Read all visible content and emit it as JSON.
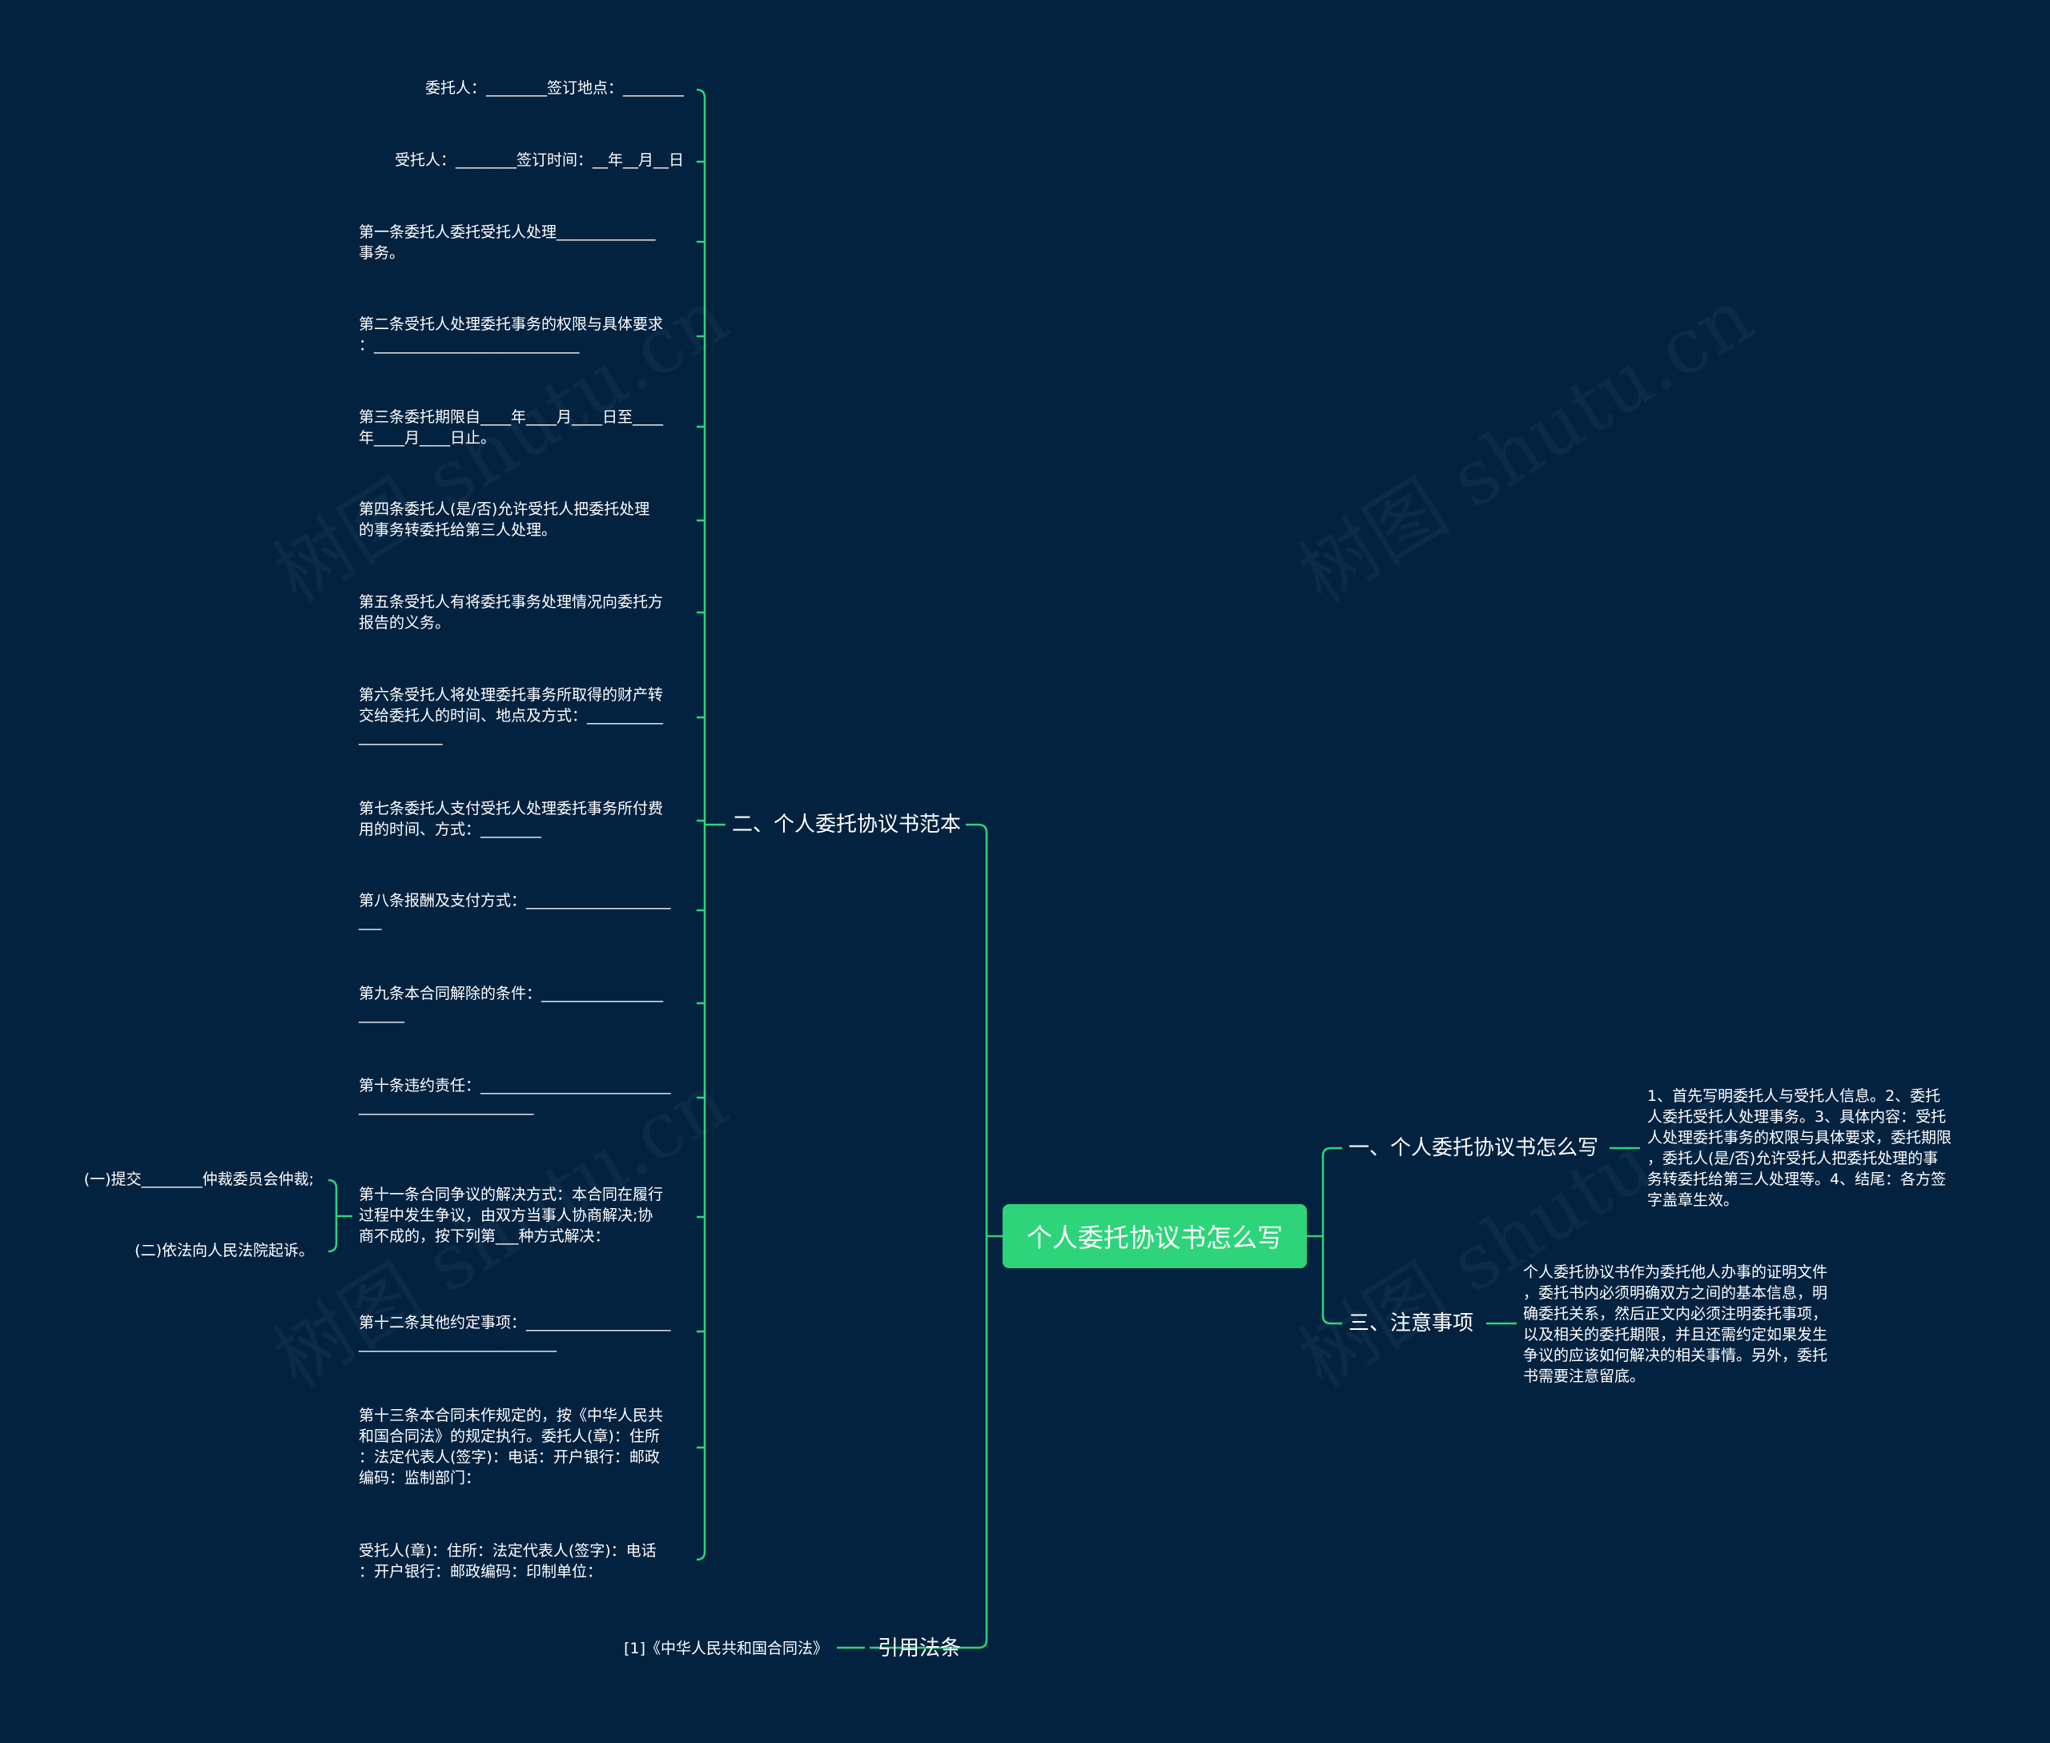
{
  "root": "个人委托协议书怎么写",
  "branches": {
    "sample": "二、个人委托协议书范本",
    "how": "一、个人委托协议书怎么写",
    "notes": "三、注意事项",
    "law": "引用法条"
  },
  "sample_items": [
    "委托人：________签订地点：________",
    "受托人：________签订时间：__年__月__日",
    "第一条委托人委托受托人处理_____________\n事务。",
    "第二条受托人处理委托事务的权限与具体要求\n：___________________________",
    "第三条委托期限自____年____月____日至____\n年____月____日止。",
    "第四条委托人(是/否)允许受托人把委托处理\n的事务转委托给第三人处理。",
    "第五条受托人有将委托事务处理情况向委托方\n报告的义务。",
    "第六条受托人将处理委托事务所取得的财产转\n交给委托人的时间、地点及方式：__________\n___________",
    "第七条委托人支付受托人处理委托事务所付费\n用的时间、方式：________",
    "第八条报酬及支付方式：___________________\n___",
    "第九条本合同解除的条件：________________\n______",
    "第十条违约责任：_________________________\n_______________________",
    "第十一条合同争议的解决方式：本合同在履行\n过程中发生争议，由双方当事人协商解决;协\n商不成的，按下列第___种方式解决：",
    "第十二条其他约定事项：___________________\n__________________________",
    "第十三条本合同未作规定的，按《中华人民共\n和国合同法》的规定执行。委托人(章)：住所\n：法定代表人(签字)：电话：开户银行：邮政\n编码：监制部门：",
    "受托人(章)：住所：法定代表人(签字)：电话\n：开户银行：邮政编码：印制单位："
  ],
  "dispute_options": [
    "(一)提交________仲裁委员会仲裁;",
    "(二)依法向人民法院起诉。"
  ],
  "how_detail": "1、首先写明委托人与受托人信息。2、委托\n人委托受托人处理事务。3、具体内容：受托\n人处理委托事务的权限与具体要求，委托期限\n，委托人(是/否)允许受托人把委托处理的事\n务转委托给第三人处理等。4、结尾：各方签\n字盖章生效。",
  "notes_detail": "个人委托协议书作为委托他人办事的证明文件\n，委托书内必须明确双方之间的基本信息，明\n确委托关系，然后正文内必须注明委托事项，\n以及相关的委托期限，并且还需约定如果发生\n争议的应该如何解决的相关事情。另外，委托\n书需要注意留底。",
  "law_item": "[1]《中华人民共和国合同法》",
  "watermark": "树图 shutu.cn",
  "colors": {
    "background": "#022240",
    "line": "#2ed47a",
    "root_fill": "#2ed47a",
    "text": "#ffffff"
  }
}
